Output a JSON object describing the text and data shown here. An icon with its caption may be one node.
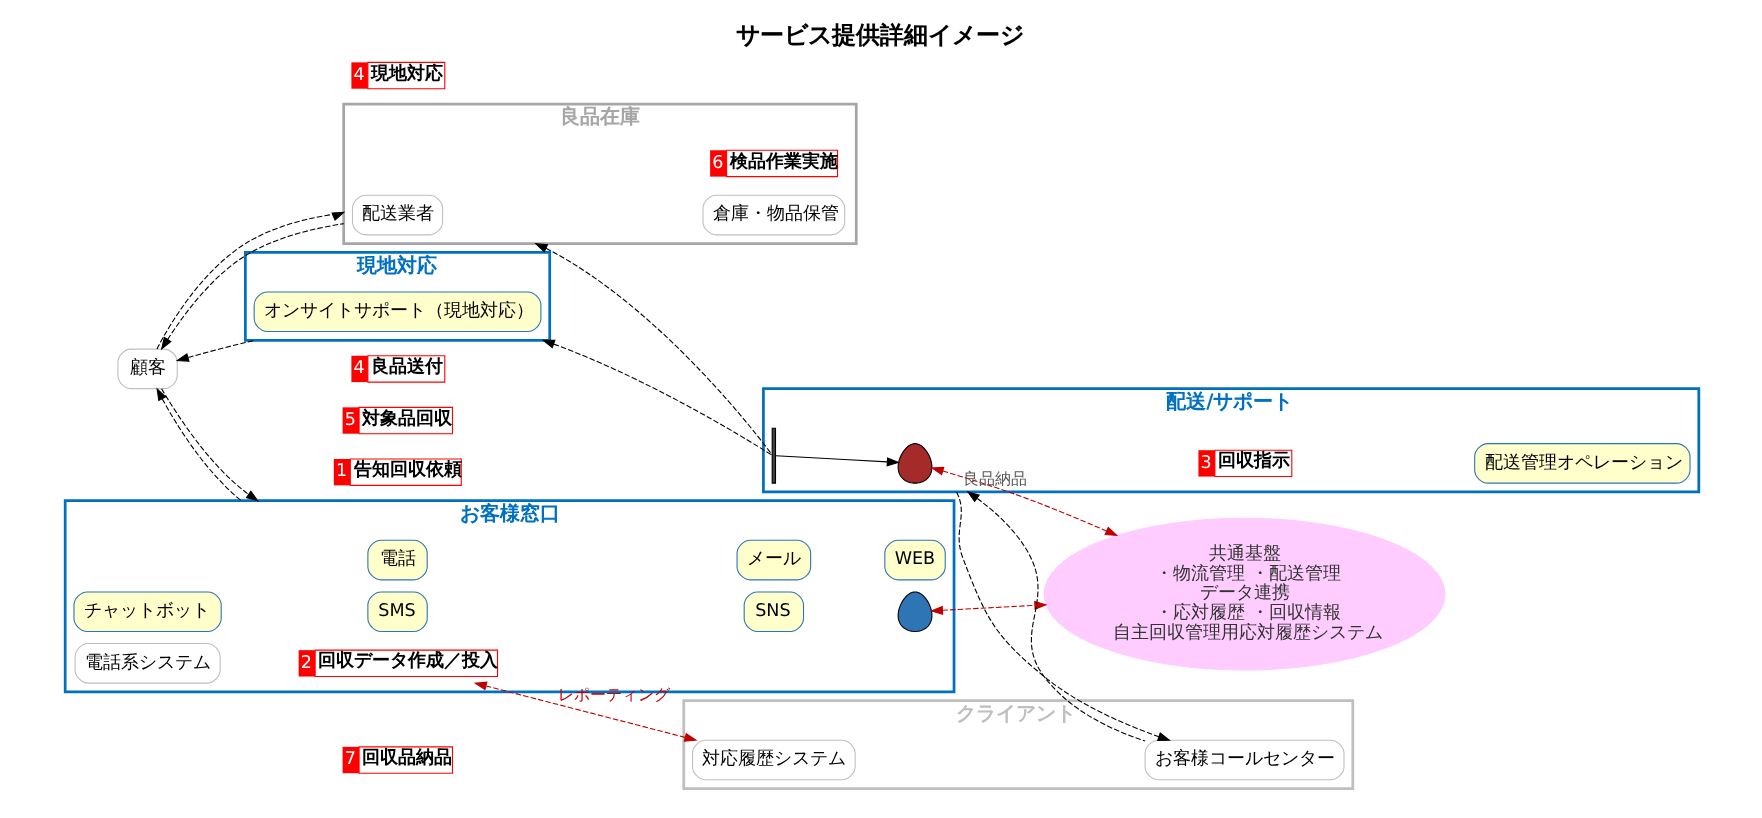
{
  "diagram": {
    "title": "サービス提供詳細イメージ",
    "nodes": [
      {
        "text": [
          "顧客"
        ]
      },
      {
        "text": [
          "お客様窓口"
        ]
      },
      {
        "text": [
          "電話"
        ],
        "in": 1
      },
      {
        "text": [
          "メール"
        ],
        "in": 1
      },
      {
        "text": [
          "WEB"
        ],
        "in": 1
      },
      {
        "text": [
          "チャットボット"
        ],
        "in": 1
      },
      {
        "text": [
          "SMS"
        ],
        "in": 1
      },
      {
        "text": [
          "SNS"
        ],
        "in": 1
      },
      {
        "text": [
          "電話系システム"
        ],
        "in": 1
      },
      {
        "text": [],
        "shape": "person",
        "in": 1
      },
      {
        "text": [
          "2",
          "回収データ作成／投入"
        ],
        "in": 1
      },
      {
        "text": [
          "共通基盤",
          "・物流管理 ・配送管理",
          "データ連携",
          "・応対履歴 ・回収情報",
          "自主回収管理用応対履歴システム"
        ]
      },
      {
        "text": [
          "クライアント"
        ]
      },
      {
        "text": [
          "対応履歴システム"
        ],
        "in": 12
      },
      {
        "text": [
          "お客様コールセンター"
        ],
        "in": 12
      },
      {
        "text": [
          "良品在庫"
        ]
      },
      {
        "text": [
          "配送業者"
        ],
        "in": 15
      },
      {
        "text": [
          "倉庫・物品保管"
        ],
        "in": 15
      },
      {
        "text": [
          "6",
          "検品作業実施"
        ],
        "in": 15
      },
      {
        "text": [
          "現地対応"
        ]
      },
      {
        "text": [
          "オンサイトサポート（現地対応）"
        ],
        "in": 19
      },
      {
        "text": [
          "配送/サポート"
        ]
      },
      {
        "text": [],
        "shape": "person",
        "in": 21
      },
      {
        "text": [
          "3",
          "回収指示"
        ],
        "in": 21
      },
      {
        "text": [
          "配送管理オペレーション"
        ],
        "in": 21
      },
      {
        "text": [
          "1",
          "告知回収依頼"
        ]
      },
      {
        "text": [
          "4",
          "良品送付"
        ]
      },
      {
        "text": [
          "5",
          "対象品回収"
        ]
      },
      {
        "text": [
          "4",
          "現地対応"
        ]
      },
      {
        "text": [
          "7",
          "回収品納品"
        ]
      },
      {
        "text": [],
        "shape": "bar",
        "in": 21
      }
    ],
    "edges": [
      {
        "from": 1,
        "to": 0,
        "arrow": "to",
        "style": "dashed"
      },
      {
        "from": 0,
        "to": 1,
        "arrow": "to",
        "style": "dashed"
      },
      {
        "from": 9,
        "to": 11,
        "arrow": "both",
        "style": "dashed",
        "color": "#c00000"
      },
      {
        "from": 10,
        "to": 13,
        "arrow": "both",
        "style": "dashed",
        "color": "#c00000",
        "label": "レポーティング"
      },
      {
        "from": 22,
        "to": 11,
        "arrow": "both",
        "style": "dashed",
        "color": "#c00000"
      },
      {
        "from": 15,
        "to": 0,
        "arrow": "to",
        "style": "dashed"
      },
      {
        "from": 0,
        "to": 15,
        "arrow": "to",
        "style": "dashed"
      },
      {
        "from": 19,
        "to": 0,
        "arrow": "to",
        "style": "dashed"
      },
      {
        "from": 30,
        "to": 15,
        "arrow": "to",
        "style": "dashed"
      },
      {
        "from": 30,
        "to": 19,
        "arrow": "to",
        "style": "dashed"
      },
      {
        "from": 30,
        "to": 22,
        "arrow": "to"
      },
      {
        "from": 14,
        "to": 21,
        "arrow": "to",
        "style": "dashed",
        "label": "良品納品"
      },
      {
        "from": 21,
        "to": 14,
        "arrow": "to",
        "style": "dashed"
      }
    ]
  }
}
